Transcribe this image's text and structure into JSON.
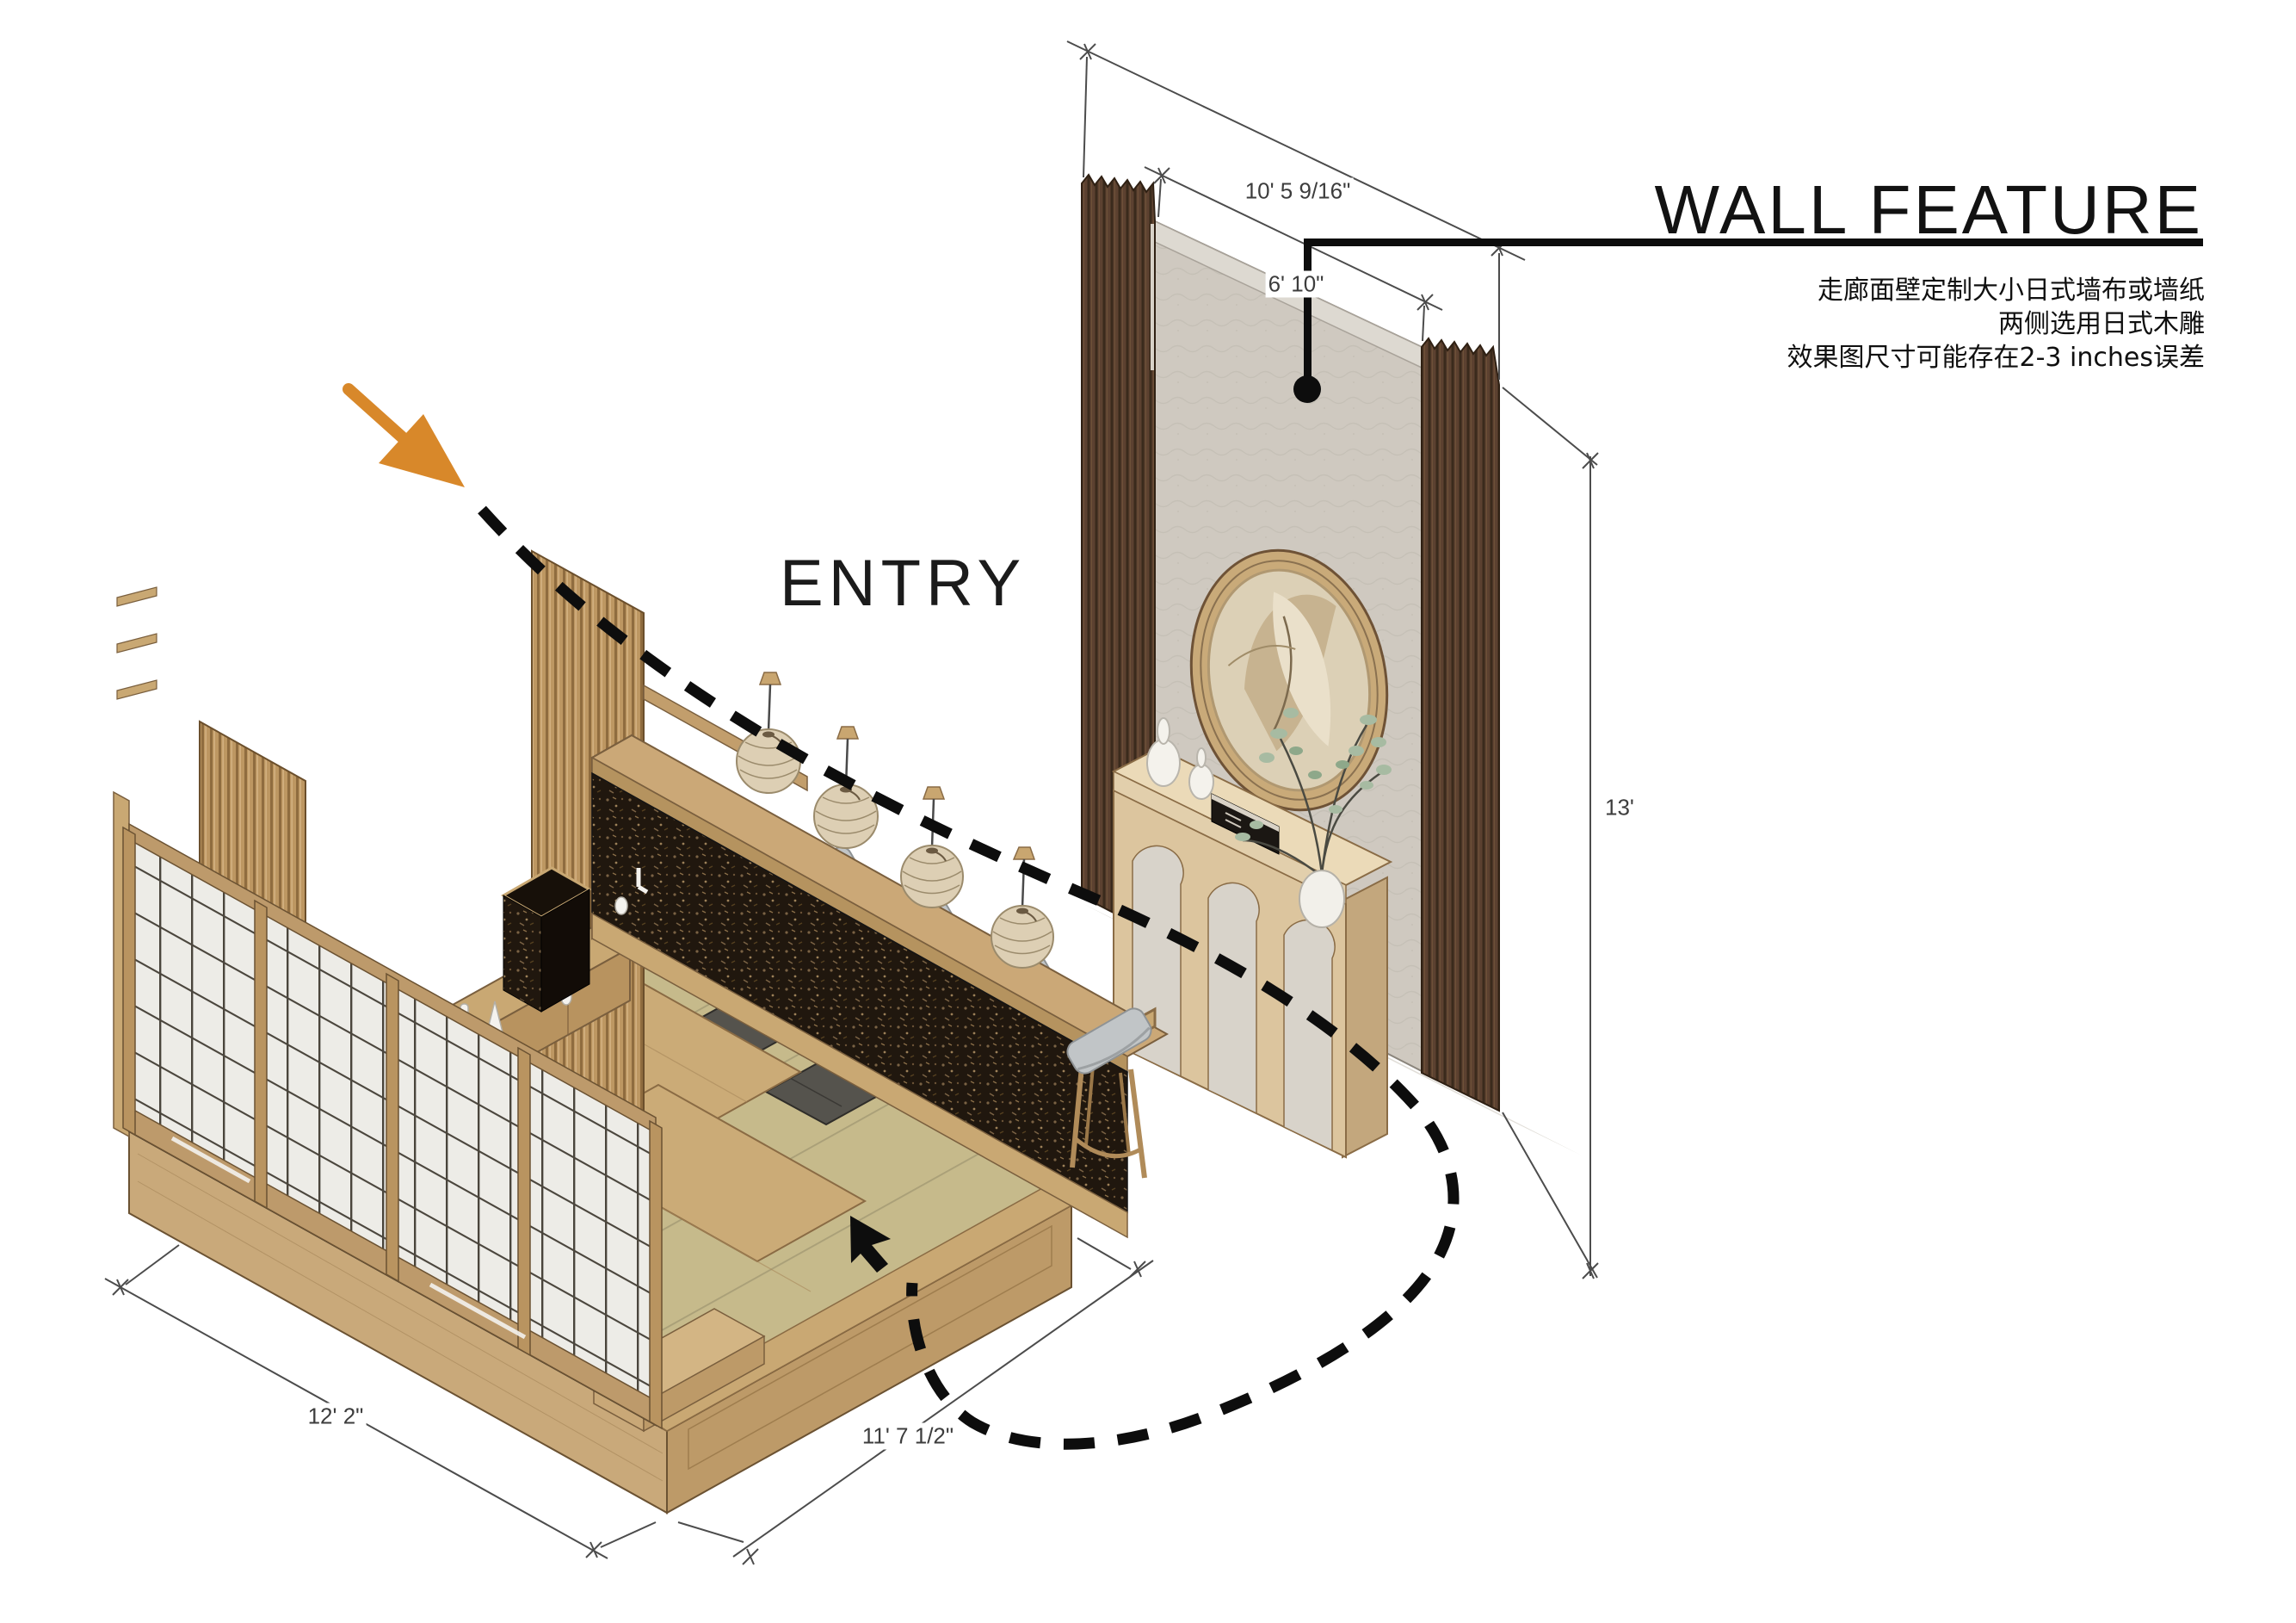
{
  "title": {
    "label": "WALL FEATURE"
  },
  "annotations": {
    "entry_label": "ENTRY",
    "notes": [
      "走廊面壁定制大小日式墙布或墙纸",
      "两侧选用日式木雕",
      "效果图尺寸可能存在2-3 inches误差"
    ]
  },
  "dimensions": {
    "wall_width": "10' 5 9/16\"",
    "wallpaper_width": "6' 10\"",
    "wall_height": "13'",
    "platform_depth": "12' 2\"",
    "platform_width": "11' 7 1/2\""
  },
  "icons": {
    "entry_arrow": "orange-diagonal-arrow",
    "circulation_path": "black-dashed-s-curve",
    "cursor": "black-pointer-arrow",
    "leader_dot": "black-callout-dot"
  },
  "colors": {
    "accent_orange": "#D8882A",
    "ink": "#0d0d0d",
    "dim_line": "#4c4c4c",
    "dark_wood": "#5C4130",
    "light_wood": "#C9A873",
    "wallpaper": "#CFC9C0",
    "tatami": "#C6BA8B",
    "shoji": "#EDECE7",
    "seat_gray": "#C1C5C7"
  }
}
